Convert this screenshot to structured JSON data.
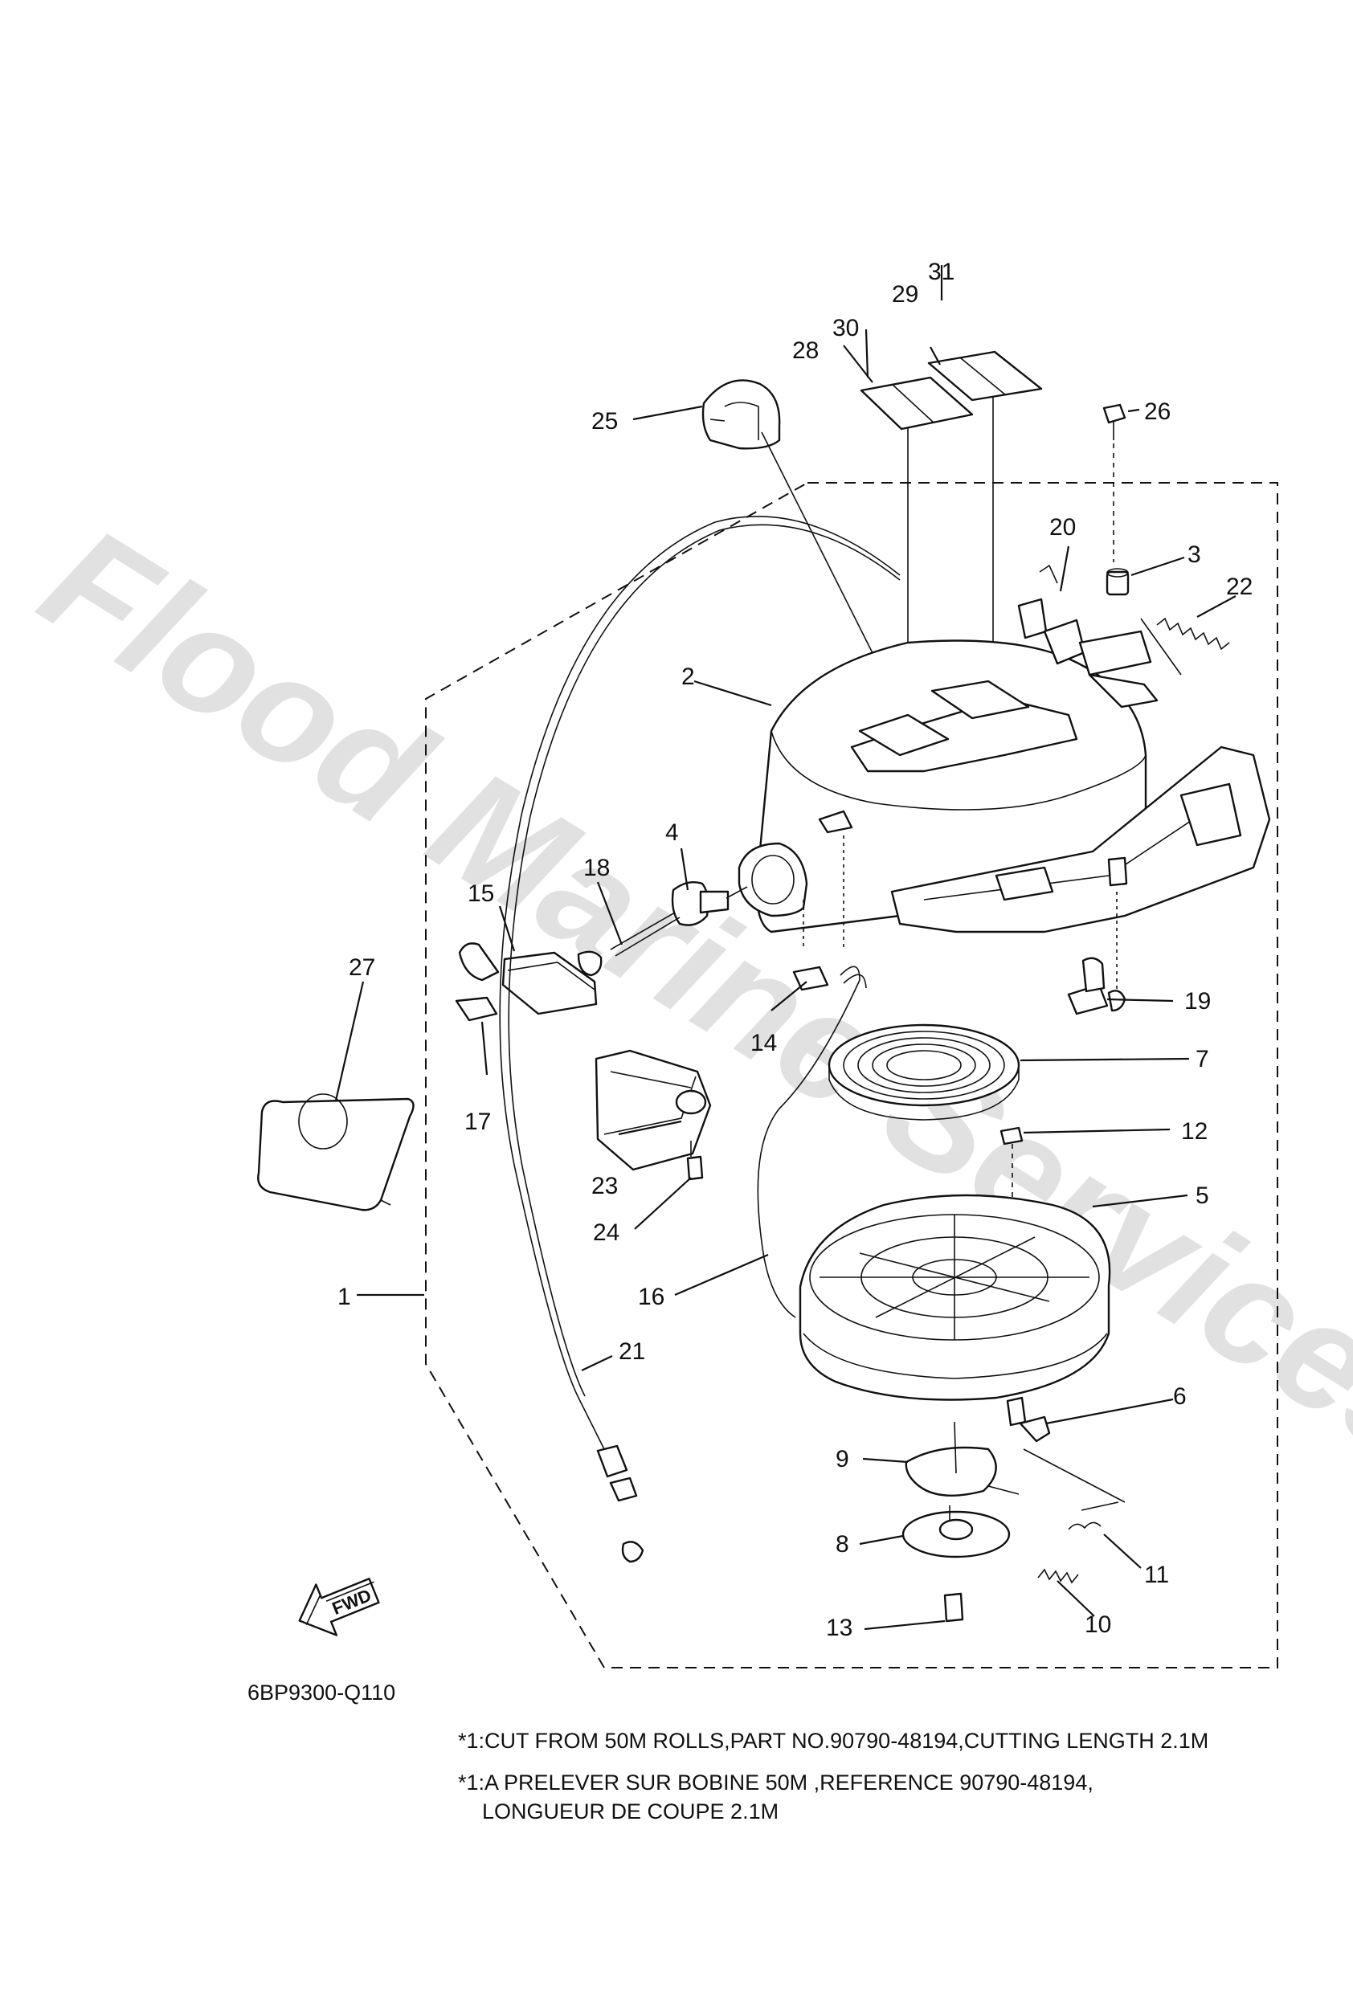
{
  "watermark": "Flood Marine Services",
  "diagram_code": "6BP9300-Q110",
  "fwd_label": "FWD",
  "notes": [
    "*1:CUT FROM 50M ROLLS,PART NO.90790-48194,CUTTING LENGTH 2.1M",
    "*1:A PRELEVER SUR BOBINE 50M ,REFERENCE 90790-48194,",
    "LONGUEUR DE COUPE 2.1M"
  ],
  "callouts": {
    "c1": "1",
    "c2": "2",
    "c3": "3",
    "c4": "4",
    "c5": "5",
    "c6": "6",
    "c7": "7",
    "c8": "8",
    "c9": "9",
    "c10": "10",
    "c11": "11",
    "c12": "12",
    "c13": "13",
    "c14": "14",
    "c15": "15",
    "c16": "16",
    "c17": "17",
    "c18": "18",
    "c19": "19",
    "c20": "20",
    "c21": "21",
    "c22": "22",
    "c23": "23",
    "c24": "24",
    "c25": "25",
    "c26": "26",
    "c27": "27",
    "c28": "28",
    "c29": "29",
    "c30": "30",
    "c31": "31"
  }
}
